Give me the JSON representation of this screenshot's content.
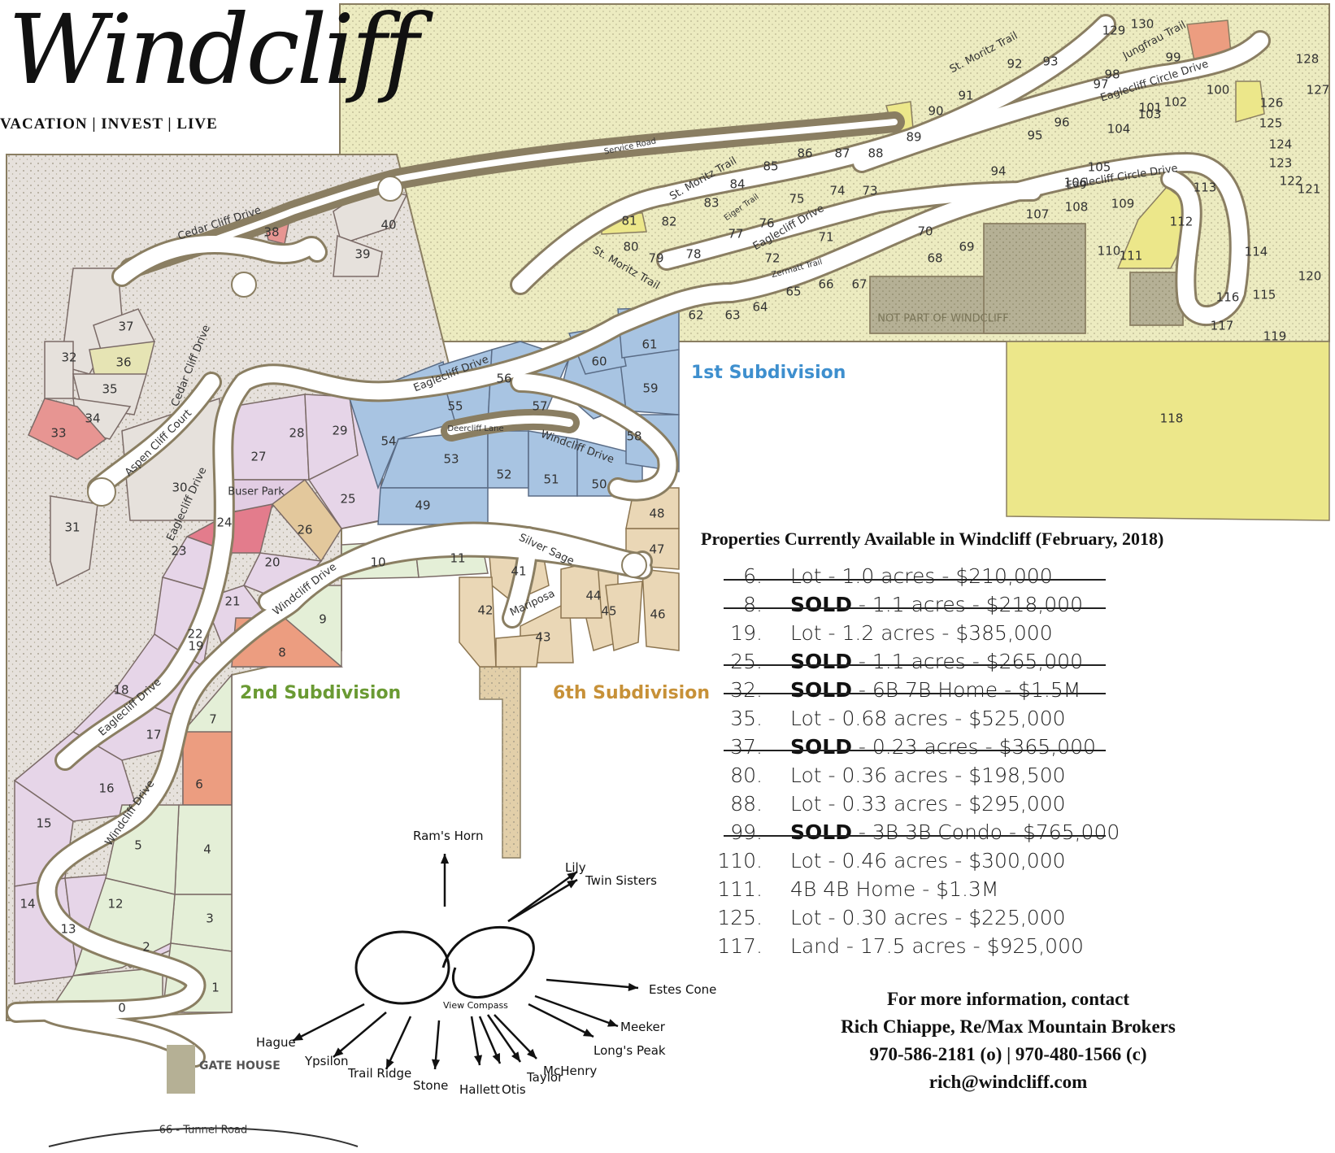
{
  "logo": {
    "script_text": "Windcliff",
    "tagline": "VACATION | INVEST | LIVE"
  },
  "colors": {
    "mesa_tan": "#ecebc0",
    "outside_gray": "#e6e1dc",
    "second_sub_purple": "#e6d5e8",
    "first_sub_blue": "#a8c4e2",
    "sixth_sub_tan": "#ead7b6",
    "green_sub": "#e4efd7",
    "available_yellow": "#ece78a",
    "sold_red": "#e79592",
    "offer_salmon": "#ec9d80",
    "lot_19_tan": "#e3c89c",
    "not_part_gray": "#b5b095",
    "road_white": "#ffffff",
    "first_sub_label": "#3e8fce",
    "second_sub_label": "#6a9a33",
    "sixth_sub_label": "#c79138"
  },
  "map": {
    "subdivisions": {
      "first": "1st Subdivision",
      "second": "2nd Subdivision",
      "sixth": "6th Subdivision"
    },
    "roads": {
      "cedar_cliff_1": "Cedar Cliff Drive",
      "cedar_cliff_2": "Cedar Cliff Drive",
      "aspen_cliff": "Aspen Cliff Court",
      "eaglecliff_1": "Eaglecliff Drive",
      "eaglecliff_2": "Eaglecliff Drive",
      "eaglecliff_3": "Eaglecliff Drive",
      "eaglecliff_4": "Eaglecliff Drive",
      "windcliff_1": "Windcliff Drive",
      "windcliff_2": "Windcliff Drive",
      "windcliff_3": "Windcliff Drive",
      "deercliff": "Deercliff Lane",
      "silver_sage": "Silver Sage",
      "mariposa": "Mariposa",
      "st_moritz_1": "St. Moritz Trail",
      "st_moritz_2": "St. Moritz Trail",
      "st_moritz_3": "St. Moritz Trail",
      "jungfrau": "Jungfrau Trail",
      "eaglecliff_circle_1": "Eaglecliff Circle Drive",
      "eaglecliff_circle_2": "Eaglecliff Circle Drive",
      "service_road": "Service Road",
      "eiger": "Eiger Trail",
      "zermatt": "Zermatt Trail",
      "tunnel_road": "66 - Tunnel Road"
    },
    "buser_park": "Buser Park",
    "gate_house": "GATE HOUSE",
    "not_part": "NOT PART OF WINDCLIFF",
    "lot_numbers": [
      "0",
      "1",
      "2",
      "3",
      "4",
      "5",
      "6",
      "7",
      "8",
      "9",
      "10",
      "11",
      "12",
      "13",
      "14",
      "15",
      "16",
      "17",
      "18",
      "19",
      "20",
      "21",
      "22",
      "23",
      "24",
      "25",
      "26",
      "27",
      "28",
      "29",
      "30",
      "31",
      "32",
      "33",
      "34",
      "35",
      "36",
      "37",
      "38",
      "39",
      "40",
      "41",
      "42",
      "43",
      "44",
      "45",
      "46",
      "47",
      "48",
      "49",
      "50",
      "51",
      "52",
      "53",
      "54",
      "55",
      "56",
      "57",
      "58",
      "59",
      "60",
      "61",
      "62",
      "63",
      "64",
      "65",
      "66",
      "67",
      "68",
      "69",
      "70",
      "71",
      "72",
      "73",
      "74",
      "75",
      "76",
      "77",
      "78",
      "79",
      "80",
      "81",
      "82",
      "83",
      "84",
      "85",
      "86",
      "87",
      "88",
      "89",
      "90",
      "91",
      "92",
      "93",
      "94",
      "95",
      "96",
      "97",
      "98",
      "99",
      "100",
      "101",
      "102",
      "103",
      "104",
      "105",
      "106",
      "107",
      "108",
      "109",
      "110",
      "111",
      "112",
      "113",
      "114",
      "115",
      "116",
      "117",
      "118",
      "119",
      "120",
      "121",
      "122",
      "123",
      "124",
      "125",
      "126",
      "127",
      "128",
      "129",
      "130"
    ]
  },
  "compass": {
    "title": "View Compass",
    "peaks": [
      "Ram's Horn",
      "Lily",
      "Twin Sisters",
      "Estes Cone",
      "Meeker",
      "Long's Peak",
      "McHenry",
      "Taylor",
      "Otis",
      "Hallett",
      "Stone",
      "Trail Ridge",
      "Ypsilon",
      "Hague"
    ]
  },
  "listing": {
    "title": "Properties Currently Available in Windcliff (February, 2018)",
    "items": [
      {
        "num": "6.",
        "status": "",
        "desc": "Lot - 1.0 acres - $210,000",
        "struck": true
      },
      {
        "num": "8.",
        "status": "SOLD",
        "desc": " - 1.1 acres - $218,000",
        "struck": true
      },
      {
        "num": "19.",
        "status": "",
        "desc": "Lot - 1.2 acres - $385,000",
        "struck": false
      },
      {
        "num": "25.",
        "status": "SOLD",
        "desc": " - 1.1 acres - $265,000",
        "struck": true
      },
      {
        "num": "32.",
        "status": "SOLD",
        "desc": " - 6B 7B Home - $1.5M",
        "struck": true
      },
      {
        "num": "35.",
        "status": "",
        "desc": "Lot - 0.68 acres - $525,000",
        "struck": false
      },
      {
        "num": "37.",
        "status": "SOLD",
        "desc": " - 0.23 acres - $365,000",
        "struck": true
      },
      {
        "num": "80.",
        "status": "",
        "desc": "Lot - 0.36 acres - $198,500",
        "struck": false
      },
      {
        "num": "88.",
        "status": "",
        "desc": "Lot - 0.33 acres - $295,000",
        "struck": false
      },
      {
        "num": "99.",
        "status": "SOLD",
        "desc": " - 3B 3B Condo - $765,000",
        "struck": true
      },
      {
        "num": "110.",
        "status": "",
        "desc": "Lot - 0.46 acres - $300,000",
        "struck": false
      },
      {
        "num": "111.",
        "status": "",
        "desc": "4B 4B Home - $1.3M",
        "struck": false
      },
      {
        "num": "125.",
        "status": "",
        "desc": "Lot - 0.30 acres - $225,000",
        "struck": false
      },
      {
        "num": "117.",
        "status": "",
        "desc": "Land - 17.5 acres - $925,000",
        "struck": false
      }
    ]
  },
  "contact": {
    "line1": "For more information, contact",
    "line2": "Rich Chiappe, Re/Max Mountain Brokers",
    "line3": "970-586-2181 (o)  |  970-480-1566 (c)",
    "line4": "rich@windcliff.com"
  }
}
